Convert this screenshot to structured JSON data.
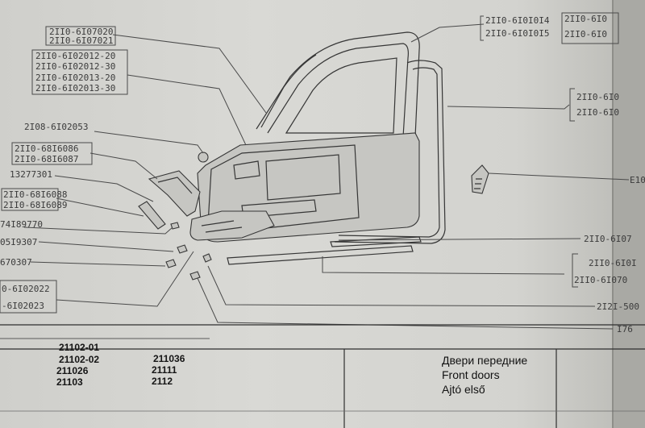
{
  "callouts_left": [
    "2II0-6I07020",
    "2II0-6I07021",
    "2II0-6I02012-20",
    "2II0-6I02012-30",
    "2II0-6I02013-20",
    "2II0-6I02013-30",
    "2I08-6I02053",
    "2II0-68I6086",
    "2II0-68I6087",
    "13277301",
    "2II0-68I6088",
    "2II0-68I6089",
    "74I89770",
    "05I9307",
    "670307",
    "0-6I02022",
    "-6I02023"
  ],
  "callouts_right": [
    "2II0-6I0I0I4",
    "2II0-6I0I0I5",
    "2II0-6I0",
    "2II0-6I0",
    "2II0-6I0",
    "2II0-6I0",
    "E10",
    "2II0-6I07",
    "2II0-6I0I",
    "2II0-6I070",
    "2I2I-500",
    "I76"
  ],
  "footer": {
    "models_col1": [
      "21102-01",
      "21102-02",
      "211026",
      "21103"
    ],
    "models_col2": [
      "211036",
      "21111",
      "2112"
    ],
    "caption": [
      "Двери передние",
      "Front doors",
      "Ajtó első"
    ]
  }
}
